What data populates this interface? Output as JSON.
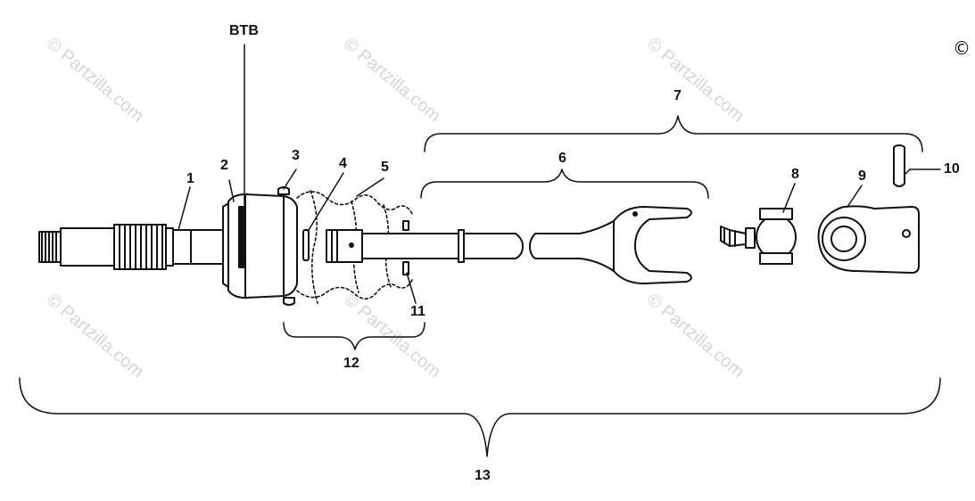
{
  "labels": {
    "btb": "BTB",
    "l1": "1",
    "l2": "2",
    "l3": "3",
    "l4": "4",
    "l5": "5",
    "l6": "6",
    "l7": "7",
    "l8": "8",
    "l9": "9",
    "l10": "10",
    "l11": "11",
    "l12": "12",
    "l13": "13"
  },
  "watermark": {
    "text": "© Partzilla.com"
  },
  "copyright_symbol": "©",
  "colors": {
    "line": "#111111",
    "watermark": "#d6d6d6",
    "background": "#ffffff"
  }
}
